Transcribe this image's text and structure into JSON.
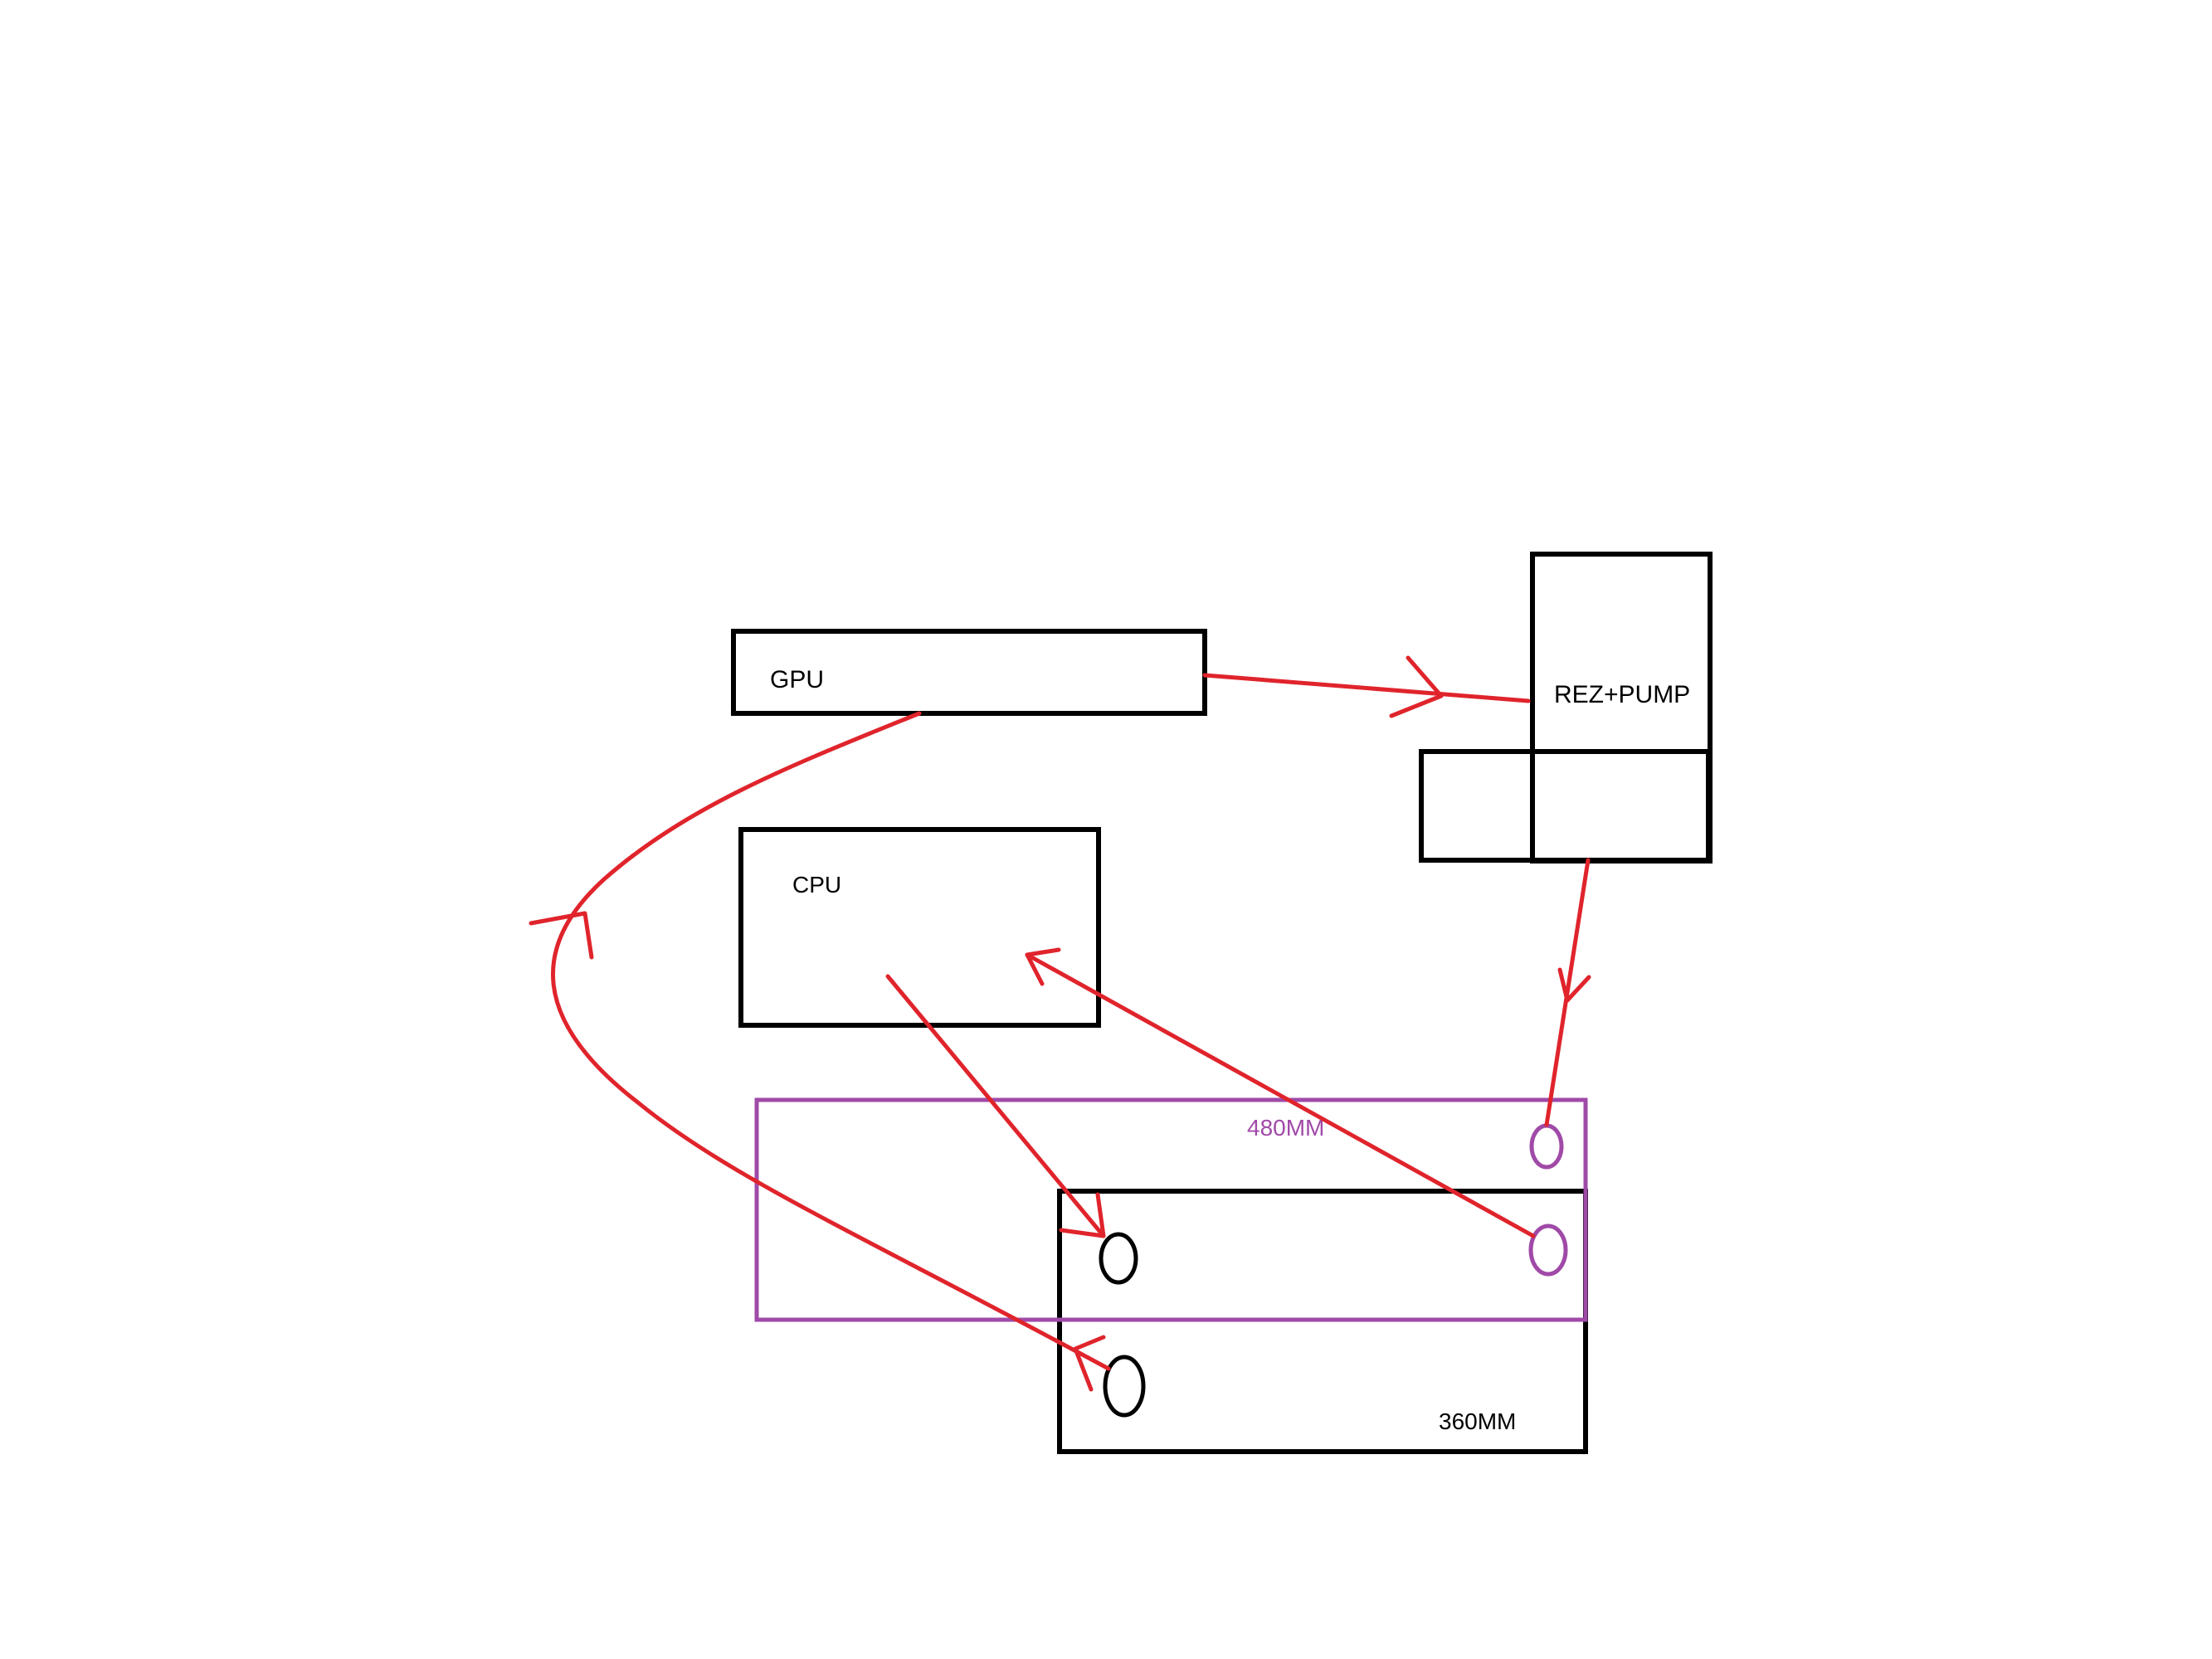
{
  "colors": {
    "component_stroke": "#000000",
    "radiator_480_color": "#a04aa8",
    "flow_color": "#e0242c",
    "background": "#ffffff"
  },
  "components": {
    "gpu": {
      "label": "GPU"
    },
    "cpu": {
      "label": "CPU"
    },
    "reservoir_pump": {
      "label": "REZ+PUMP"
    },
    "radiator_480": {
      "label": "480MM"
    },
    "radiator_360": {
      "label": "360MM"
    }
  },
  "connections": [
    {
      "from": "GPU",
      "to": "REZ+PUMP"
    },
    {
      "from": "REZ+PUMP",
      "to": "480MM"
    },
    {
      "from": "480MM",
      "to": "CPU"
    },
    {
      "from": "CPU",
      "to": "360MM"
    },
    {
      "from": "360MM",
      "to": "GPU"
    }
  ]
}
